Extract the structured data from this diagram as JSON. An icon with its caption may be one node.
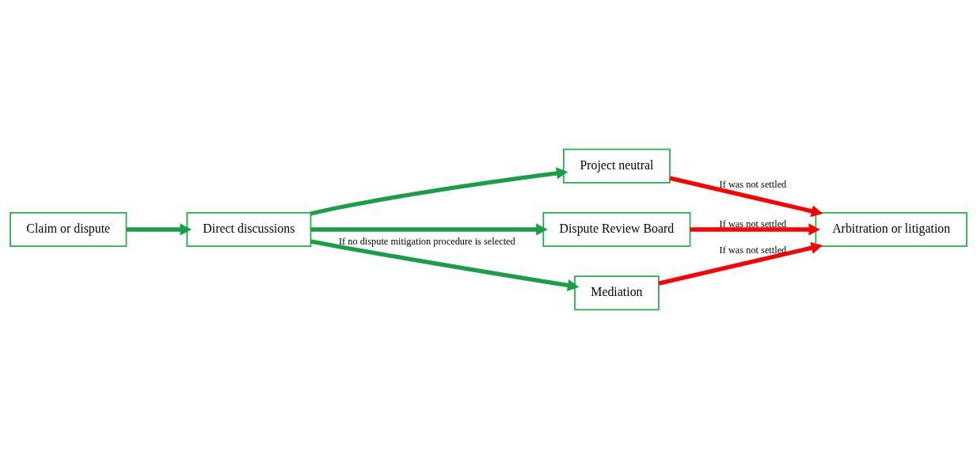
{
  "diagram": {
    "nodes": [
      {
        "text": [
          "Claim or dispute"
        ]
      },
      {
        "text": [
          "Direct discussions"
        ]
      },
      {
        "text": [
          "Project neutral"
        ]
      },
      {
        "text": [
          "Dispute Review Board"
        ]
      },
      {
        "text": [
          "Mediation"
        ]
      },
      {
        "text": [
          "Arbitration or litigation"
        ]
      }
    ],
    "edges": [
      {
        "from": 0,
        "to": 1,
        "arrow": "to"
      },
      {
        "from": 1,
        "to": 2,
        "arrow": "to"
      },
      {
        "from": 1,
        "to": 3,
        "arrow": "to"
      },
      {
        "from": 1,
        "to": 4,
        "arrow": "to",
        "label": "If no dispute mitigation procedure is selected"
      },
      {
        "from": 2,
        "to": 5,
        "arrow": "to",
        "label": "If was not settled",
        "color": "#ff0000"
      },
      {
        "from": 3,
        "to": 5,
        "arrow": "to",
        "label": "If was not settled",
        "color": "#ff0000"
      },
      {
        "from": 4,
        "to": 5,
        "arrow": "to",
        "label": "If was not settled",
        "color": "#ff0000"
      }
    ]
  }
}
